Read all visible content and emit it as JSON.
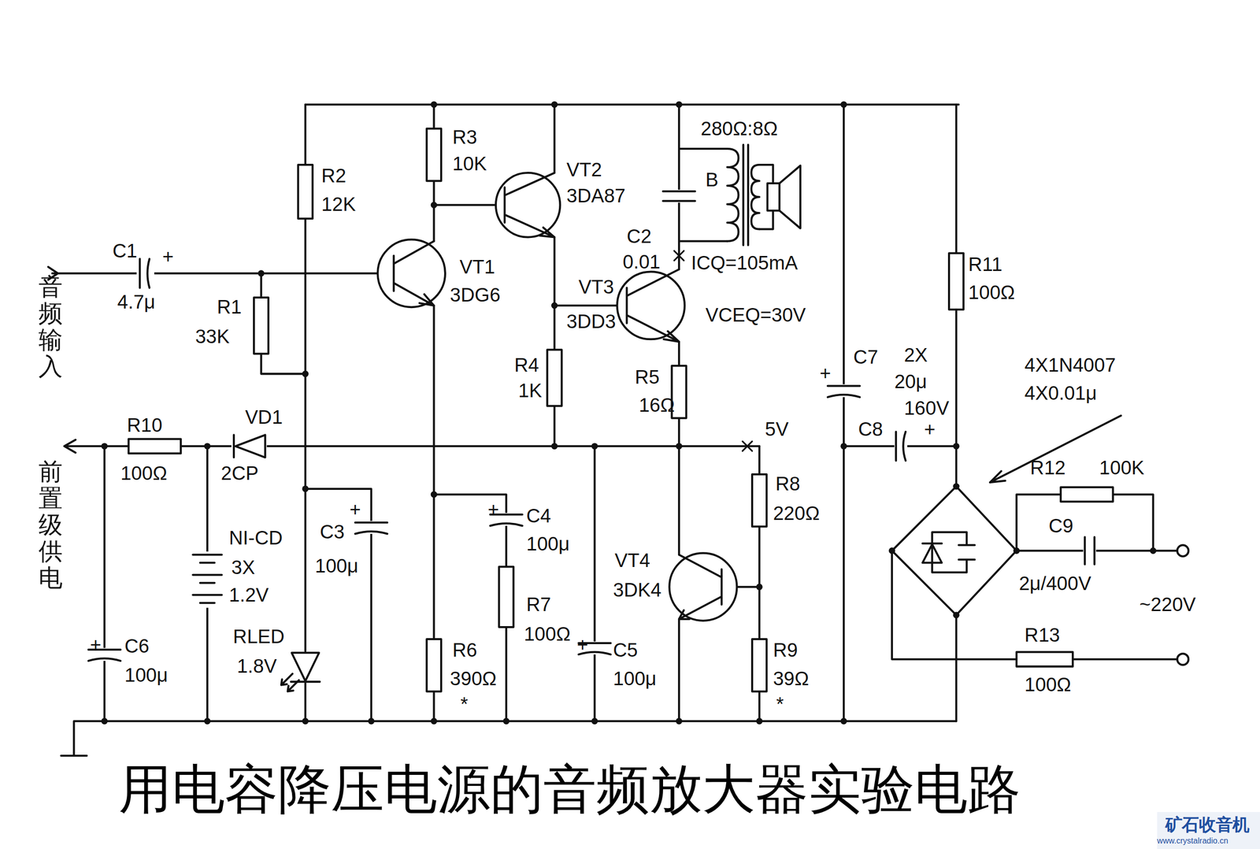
{
  "diagram": {
    "caption": "用电容降压电源的音频放大器实验电路",
    "labels": [
      "音频输入",
      "C1",
      "+",
      "4.7μ",
      "R1",
      "33K",
      "R2",
      "12K",
      "R3",
      "10K",
      "VT1",
      "3DG6",
      "VT2",
      "3DA87",
      "280Ω:8Ω",
      "B",
      "C2",
      "0.01",
      "ICQ=105mA",
      "VT3",
      "3DD3",
      "VCEQ=30V",
      "R4",
      "1K",
      "R5",
      "16Ω",
      "R11",
      "100Ω",
      "+",
      "C7",
      "2X",
      "20μ",
      "160V",
      "4X1N4007",
      "4X0.01μ",
      "C8",
      "+",
      "R10",
      "100Ω",
      "VD1",
      "2CP",
      "5V",
      "前置级供电",
      "R8",
      "220Ω",
      "R12",
      "100K",
      "NI-CD",
      "3X",
      "1.2V",
      "C3",
      "+",
      "100μ",
      "C4",
      "+",
      "100μ",
      "C9",
      "2μ/400V",
      "~220V",
      "VT4",
      "3DK4",
      "R7",
      "100Ω",
      "C6",
      "+",
      "100μ",
      "RLED",
      "1.8V",
      "R6",
      "390Ω",
      "*",
      "C5",
      "+",
      "100μ",
      "R9",
      "39Ω",
      "*",
      "R13",
      "100Ω",
      "矿石收音机",
      "www.crystalradio.cn"
    ]
  }
}
